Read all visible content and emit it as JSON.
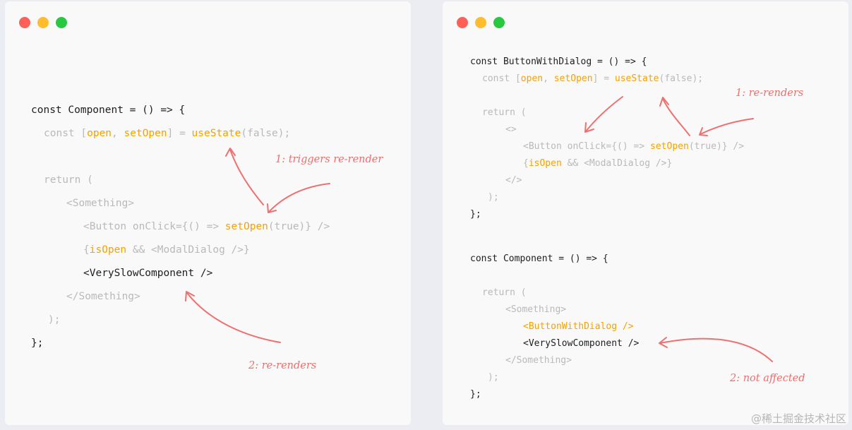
{
  "left_panel": {
    "lines": [
      {
        "segments": [
          {
            "text": "const Component = () => {",
            "style": "dark"
          }
        ]
      },
      {
        "segments": [
          {
            "text": "const [",
            "style": "dim"
          },
          {
            "text": "open",
            "style": "hl"
          },
          {
            "text": ", ",
            "style": "dim"
          },
          {
            "text": "setOpen",
            "style": "hl"
          },
          {
            "text": "] = ",
            "style": "dim"
          },
          {
            "text": "useState",
            "style": "hl"
          },
          {
            "text": "(false);",
            "style": "dim"
          }
        ]
      },
      {
        "segments": [
          {
            "text": "return (",
            "style": "dim"
          }
        ]
      },
      {
        "segments": [
          {
            "text": "<Something>",
            "style": "dim"
          }
        ]
      },
      {
        "segments": [
          {
            "text": "<Button onClick={() => ",
            "style": "dim"
          },
          {
            "text": "setOpen",
            "style": "hl"
          },
          {
            "text": "(true)} />",
            "style": "dim"
          }
        ]
      },
      {
        "segments": [
          {
            "text": "{",
            "style": "dim"
          },
          {
            "text": "isOpen",
            "style": "hl"
          },
          {
            "text": " && <ModalDialog />}",
            "style": "dim"
          }
        ]
      },
      {
        "segments": [
          {
            "text": "<VerySlowComponent />",
            "style": "dark"
          }
        ]
      },
      {
        "segments": [
          {
            "text": "</Something>",
            "style": "dim"
          }
        ]
      },
      {
        "segments": [
          {
            "text": ");",
            "style": "dim"
          }
        ]
      },
      {
        "segments": [
          {
            "text": "};",
            "style": "dark"
          }
        ]
      }
    ],
    "annotations": [
      "1: triggers re-render",
      "2: re-renders"
    ]
  },
  "right_panel": {
    "lines": [
      {
        "segments": [
          {
            "text": "const ButtonWithDialog = () => {",
            "style": "dark"
          }
        ]
      },
      {
        "segments": [
          {
            "text": "const [",
            "style": "dim"
          },
          {
            "text": "open",
            "style": "hl"
          },
          {
            "text": ", ",
            "style": "dim"
          },
          {
            "text": "setOpen",
            "style": "hl"
          },
          {
            "text": "] = ",
            "style": "dim"
          },
          {
            "text": "useState",
            "style": "hl"
          },
          {
            "text": "(false);",
            "style": "dim"
          }
        ]
      },
      {
        "segments": [
          {
            "text": "return (",
            "style": "dim"
          }
        ]
      },
      {
        "segments": [
          {
            "text": "<>",
            "style": "dim"
          }
        ]
      },
      {
        "segments": [
          {
            "text": "<Button onClick={() => ",
            "style": "dim"
          },
          {
            "text": "setOpen",
            "style": "hl"
          },
          {
            "text": "(true)} />",
            "style": "dim"
          }
        ]
      },
      {
        "segments": [
          {
            "text": "{",
            "style": "dim"
          },
          {
            "text": "isOpen",
            "style": "hl"
          },
          {
            "text": " && <ModalDialog />}",
            "style": "dim"
          }
        ]
      },
      {
        "segments": [
          {
            "text": "</>",
            "style": "dim"
          }
        ]
      },
      {
        "segments": [
          {
            "text": ");",
            "style": "dim"
          }
        ]
      },
      {
        "segments": [
          {
            "text": "};",
            "style": "dark"
          }
        ]
      },
      {
        "segments": [
          {
            "text": "const Component = () => {",
            "style": "dark"
          }
        ]
      },
      {
        "segments": [
          {
            "text": "return (",
            "style": "dim"
          }
        ]
      },
      {
        "segments": [
          {
            "text": "<Something>",
            "style": "dim"
          }
        ]
      },
      {
        "segments": [
          {
            "text": "<ButtonWithDialog />",
            "style": "hl"
          }
        ]
      },
      {
        "segments": [
          {
            "text": "<VerySlowComponent />",
            "style": "dark"
          }
        ]
      },
      {
        "segments": [
          {
            "text": "</Something>",
            "style": "dim"
          }
        ]
      },
      {
        "segments": [
          {
            "text": ");",
            "style": "dim"
          }
        ]
      },
      {
        "segments": [
          {
            "text": "};",
            "style": "dark"
          }
        ]
      }
    ],
    "annotations": [
      "1: re-renders",
      "2: not affected"
    ]
  },
  "watermark": "@稀土掘金技术社区",
  "colors": {
    "dark": "#1e1e1e",
    "dim": "#b9b9b9",
    "highlight": "#f5a100",
    "annotation": "#ee6e6e",
    "window_red": "#fe5f57",
    "window_yellow": "#febc2e",
    "window_green": "#28c840"
  }
}
